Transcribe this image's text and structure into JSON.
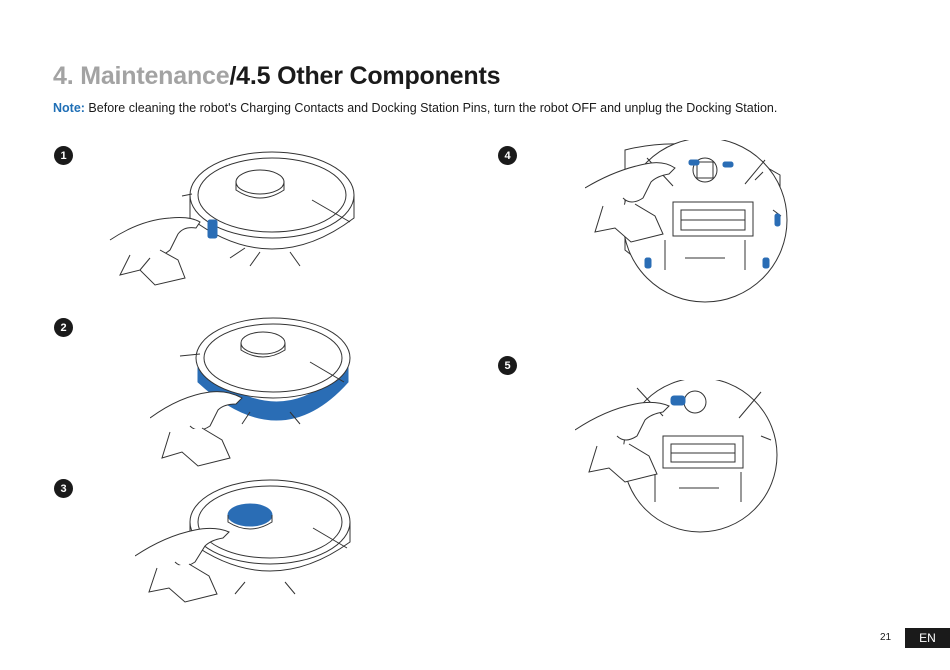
{
  "header": {
    "section": "4. Maintenance",
    "subsection": "/4.5 Other Components"
  },
  "note": {
    "label": "Note:",
    "text": " Before cleaning the robot's Charging Contacts and Docking Station Pins, turn the robot OFF and unplug the Docking Station."
  },
  "steps": [
    "1",
    "2",
    "3",
    "4",
    "5"
  ],
  "footer": {
    "page_number": "21",
    "language": "EN"
  },
  "colors": {
    "accent": "#1f6fb6",
    "highlight": "#2a6db5",
    "title_gray": "#a3a3a3"
  }
}
